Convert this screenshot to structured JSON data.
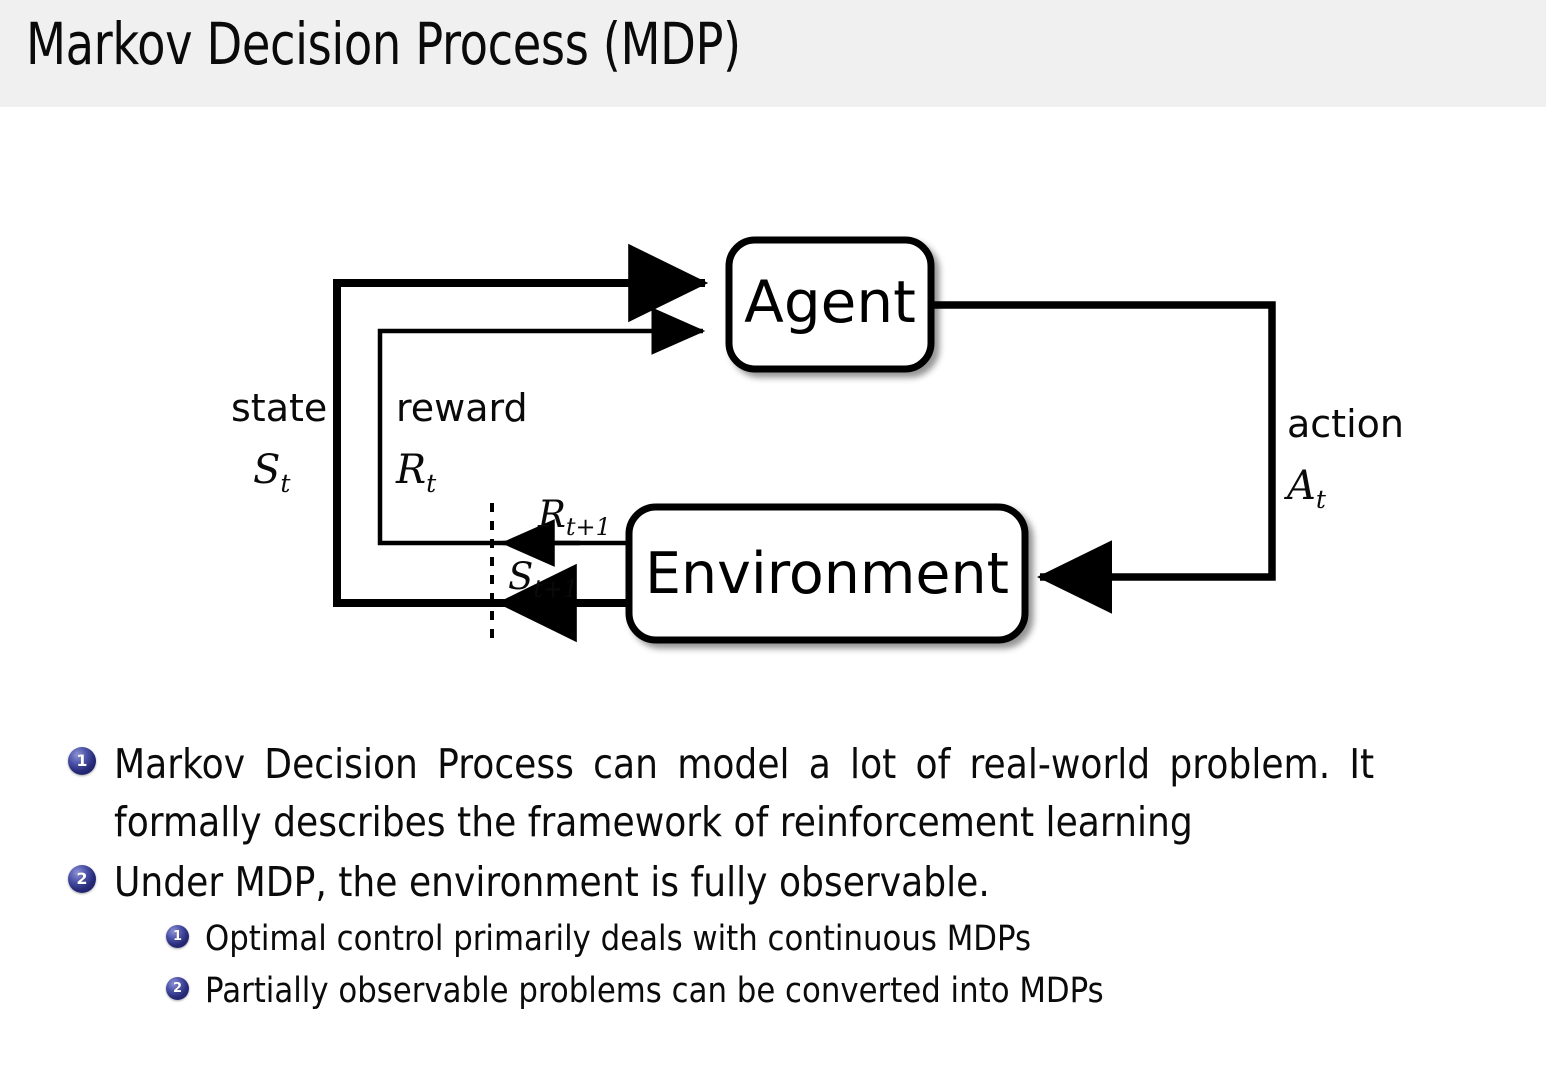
{
  "header": {
    "title": "Markov Decision Process (MDP)",
    "background_color": "#f0f0f0"
  },
  "diagram": {
    "name": "agent-environment-interaction-loop",
    "nodes": [
      {
        "id": "agent",
        "label": "Agent"
      },
      {
        "id": "environment",
        "label": "Environment"
      }
    ],
    "edge_labels": {
      "state_word": "state",
      "state_symbol": "S",
      "state_symbol_sub": "t",
      "reward_word": "reward",
      "reward_symbol": "R",
      "reward_symbol_sub": "t",
      "action_word": "action",
      "action_symbol": "A",
      "action_symbol_sub": "t",
      "next_reward_symbol": "R",
      "next_reward_sub": "t+1",
      "next_state_symbol": "S",
      "next_state_sub": "t+1"
    },
    "stroke_color": "#000000",
    "fill_color": "#ffffff"
  },
  "bullets": {
    "marker_color": "#272a78",
    "items": [
      {
        "marker": "1",
        "level": 1,
        "text": "Markov Decision Process can model a lot of real-world problem. It formally describes the framework of reinforcement learning"
      },
      {
        "marker": "2",
        "level": 1,
        "text": "Under MDP, the environment is fully observable."
      },
      {
        "marker": "1",
        "level": 2,
        "text": "Optimal control primarily deals with continuous MDPs"
      },
      {
        "marker": "2",
        "level": 2,
        "text": "Partially observable problems can be converted into MDPs"
      }
    ]
  }
}
